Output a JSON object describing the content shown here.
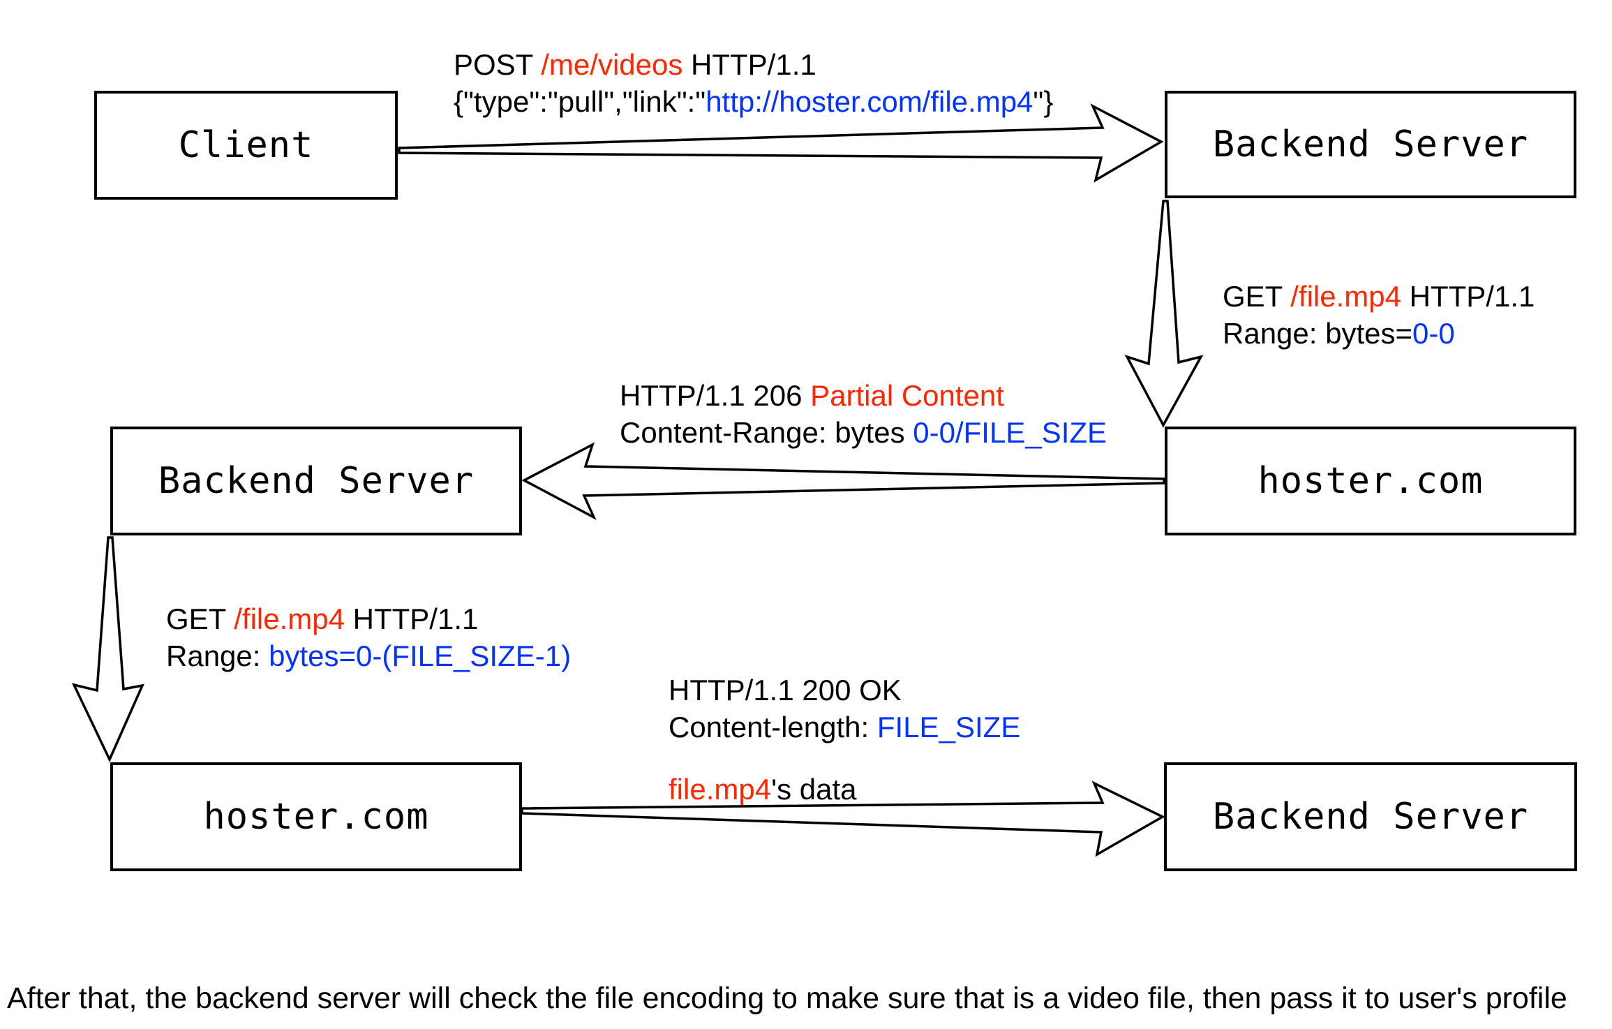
{
  "colors": {
    "black": "#000000",
    "red": "#ff2600",
    "blue": "#0433ff"
  },
  "nodes": {
    "client": {
      "label": "Client"
    },
    "backend_top": {
      "label": "Backend Server"
    },
    "backend_mid": {
      "label": "Backend Server"
    },
    "hoster_mid": {
      "label": "hoster.com"
    },
    "hoster_bottom": {
      "label": "hoster.com"
    },
    "backend_bottom": {
      "label": "Backend Server"
    }
  },
  "labels": {
    "post_videos": {
      "lines": [
        [
          {
            "t": "POST ",
            "c": "black"
          },
          {
            "t": "/me/videos",
            "c": "red"
          },
          {
            "t": " HTTP/1.1",
            "c": "black"
          }
        ],
        [
          {
            "t": "{\"type\":\"pull\",\"link\":\"",
            "c": "black"
          },
          {
            "t": "http://hoster.com/file.mp4",
            "c": "blue"
          },
          {
            "t": "\"}",
            "c": "black"
          }
        ]
      ]
    },
    "get_head": {
      "lines": [
        [
          {
            "t": "GET ",
            "c": "black"
          },
          {
            "t": "/file.mp4",
            "c": "red"
          },
          {
            "t": " HTTP/1.1",
            "c": "black"
          }
        ],
        [
          {
            "t": "Range: bytes=",
            "c": "black"
          },
          {
            "t": "0-0",
            "c": "blue"
          }
        ]
      ]
    },
    "partial_response": {
      "lines": [
        [
          {
            "t": "HTTP/1.1 206 ",
            "c": "black"
          },
          {
            "t": "Partial Content",
            "c": "red"
          }
        ],
        [
          {
            "t": "Content-Range: bytes ",
            "c": "black"
          },
          {
            "t": "0-0/FILE_SIZE",
            "c": "blue"
          }
        ]
      ]
    },
    "get_full": {
      "lines": [
        [
          {
            "t": "GET ",
            "c": "black"
          },
          {
            "t": "/file.mp4",
            "c": "red"
          },
          {
            "t": " HTTP/1.1",
            "c": "black"
          }
        ],
        [
          {
            "t": "Range: ",
            "c": "black"
          },
          {
            "t": "bytes=0-(FILE_SIZE-1)",
            "c": "blue"
          }
        ]
      ]
    },
    "ok_response": {
      "lines": [
        [
          {
            "t": "HTTP/1.1 200 OK",
            "c": "black"
          }
        ],
        [
          {
            "t": "Content-length: ",
            "c": "black"
          },
          {
            "t": "FILE_SIZE",
            "c": "blue"
          }
        ]
      ]
    },
    "file_data": {
      "lines": [
        [
          {
            "t": "file.mp4",
            "c": "red"
          },
          {
            "t": "'s data",
            "c": "black"
          }
        ]
      ]
    }
  },
  "caption": "After that, the backend server will check the file encoding to make sure that is a video file, then pass it to user's profile"
}
